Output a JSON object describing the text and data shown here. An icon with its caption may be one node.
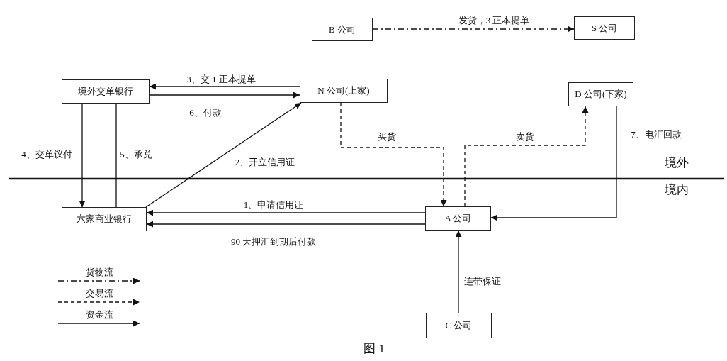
{
  "diagram": {
    "caption": "图 1",
    "nodes": [
      {
        "text": [
          "B 公司"
        ]
      },
      {
        "text": [
          "S 公司"
        ]
      },
      {
        "text": [
          "境外交单银行"
        ]
      },
      {
        "text": [
          "N 公司(上家)"
        ]
      },
      {
        "text": [
          "D 公司(下家)"
        ]
      },
      {
        "text": [
          "六家商业银行"
        ]
      },
      {
        "text": [
          "A 公司"
        ]
      },
      {
        "text": [
          "C 公司"
        ]
      }
    ],
    "edges": [
      {
        "from": 0,
        "to": 1,
        "arrow": "to",
        "label": "发货，3 正本提单",
        "style": "dashed"
      },
      {
        "from": 3,
        "to": 2,
        "arrow": "to",
        "label": "3、交 1 正本提单"
      },
      {
        "from": 2,
        "to": 3,
        "arrow": "to",
        "label": "6、付款"
      },
      {
        "from": 2,
        "to": 5,
        "arrow": "to",
        "label": "4、交单议付"
      },
      {
        "from": 5,
        "to": 2,
        "arrow": "to",
        "label": "5、承兑"
      },
      {
        "from": 5,
        "to": 3,
        "arrow": "to",
        "label": "2、开立信用证"
      },
      {
        "from": 3,
        "to": 6,
        "arrow": "to",
        "label": "买货",
        "style": "dashed"
      },
      {
        "from": 6,
        "to": 4,
        "arrow": "to",
        "label": "卖货",
        "style": "dashed"
      },
      {
        "from": 4,
        "to": 6,
        "arrow": "to",
        "label": "7、电汇回款"
      },
      {
        "from": 6,
        "to": 5,
        "arrow": "to",
        "label": "1、申请信用证"
      },
      {
        "from": 6,
        "to": 5,
        "arrow": "to",
        "label": "90 天押汇到期后付款"
      },
      {
        "from": 7,
        "to": 6,
        "arrow": "to",
        "label": "连带保证"
      }
    ],
    "labels": [
      "境外",
      "境内"
    ],
    "legend": [
      {
        "text": "货物流"
      },
      {
        "text": "交易流"
      },
      {
        "text": "资金流"
      }
    ]
  }
}
